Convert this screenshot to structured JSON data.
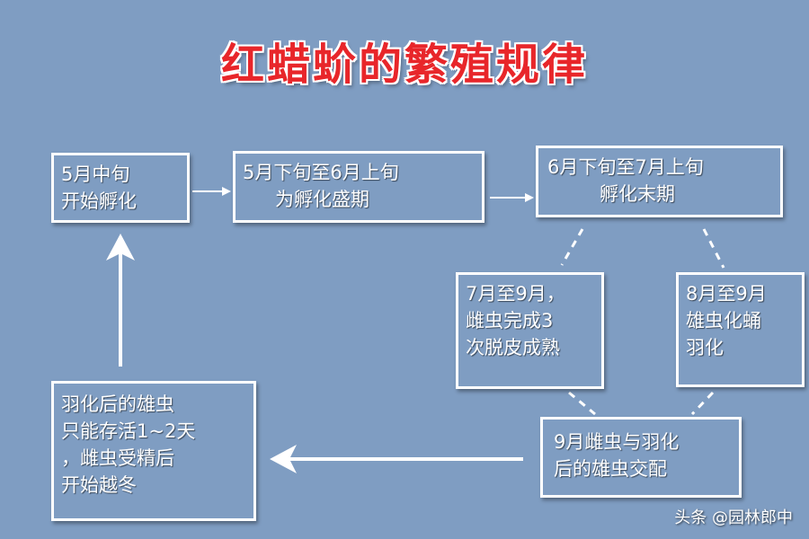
{
  "title": "红蜡蚧的繁殖规律",
  "nodes": {
    "mid_may": [
      "5月中旬",
      "开始孵化"
    ],
    "late_may_early_june": [
      "5月下旬至6月上旬",
      "为孵化盛期"
    ],
    "late_june_early_july": [
      "6月下旬至7月上旬",
      "孵化末期"
    ],
    "july_sept_female": [
      "7月至9月，",
      "雌虫完成3",
      "次脱皮成熟"
    ],
    "aug_sept_male": [
      "8月至9月",
      "雄虫化蛹",
      "羽化"
    ],
    "sept_mating": [
      "9月雌虫与羽化",
      "后的雄虫交配"
    ],
    "male_lifespan": [
      "羽化后的雄虫",
      "只能存活1~2天",
      "，雌虫受精后",
      "开始越冬"
    ]
  },
  "watermark": "头条 @园林郎中",
  "colors": {
    "background": "#7f9dc2",
    "title": "#e8262a",
    "stroke": "#ffffff"
  }
}
